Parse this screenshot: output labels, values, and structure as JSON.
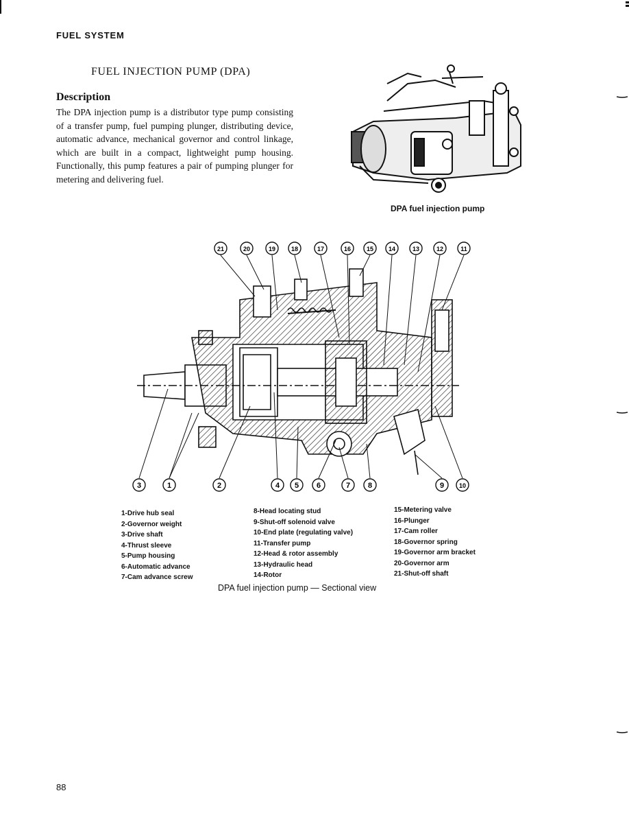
{
  "header": {
    "section": "FUEL SYSTEM"
  },
  "title": "FUEL INJECTION PUMP (DPA)",
  "description": {
    "heading": "Description",
    "body": "The DPA injection pump is a distributor type pump consisting of a transfer pump, fuel pumping plunger, distributing device, automatic advance, mechanical governor and control linkage, which are built in a compact, lightweight pump housing. Functionally, this pump features a pair of pumping plunger for metering and delivering fuel."
  },
  "figure1": {
    "caption": "DPA fuel injection pump"
  },
  "figure2": {
    "caption": "DPA fuel injection pump — Sectional view",
    "callouts_top": [
      "21",
      "20",
      "19",
      "18",
      "17",
      "16",
      "15",
      "14",
      "13",
      "12",
      "11"
    ],
    "callouts_bottom": [
      "3",
      "1",
      "2",
      "4",
      "5",
      "6",
      "7",
      "8",
      "9",
      "10"
    ]
  },
  "legend": {
    "col1": [
      "1-Drive hub seal",
      "2-Governor weight",
      "3-Drive shaft",
      "4-Thrust sleeve",
      "5-Pump housing",
      "6-Automatic advance",
      "7-Cam advance screw"
    ],
    "col2": [
      "8-Head locating stud",
      "9-Shut-off solenoid valve",
      "10-End plate (regulating valve)",
      "11-Transfer pump",
      "12-Head & rotor assembly",
      "13-Hydraulic head",
      "14-Rotor"
    ],
    "col3": [
      "15-Metering valve",
      "16-Plunger",
      "17-Cam roller",
      "18-Governor spring",
      "19-Governor arm bracket",
      "20-Governor arm",
      "21-Shut-off shaft"
    ]
  },
  "page_number": "88"
}
